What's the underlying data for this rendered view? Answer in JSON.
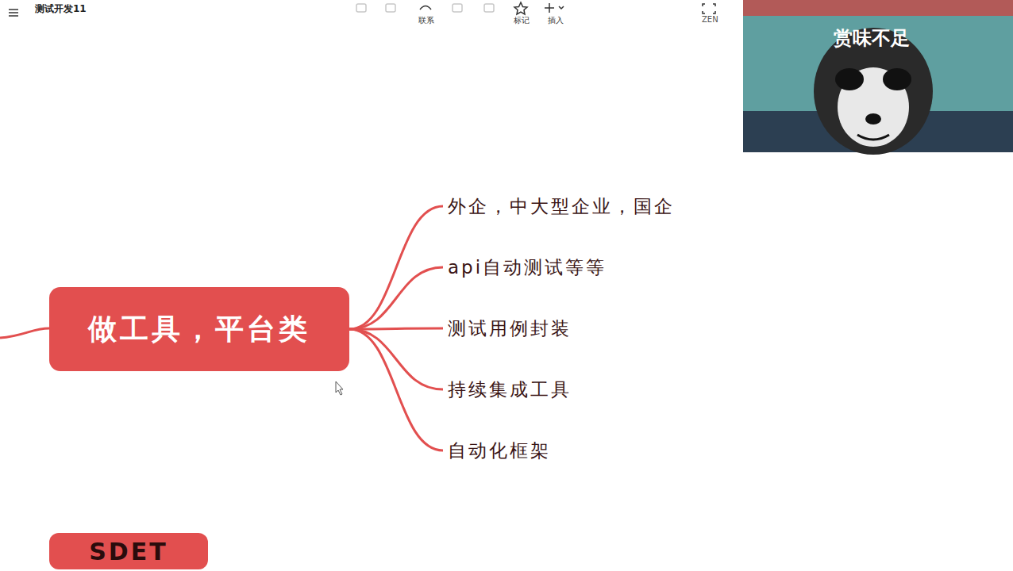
{
  "diagram": {
    "nodes": [
      {
        "text": [
          "做工具，平台类"
        ]
      },
      {
        "text": [
          "外企，中大型企业，国企"
        ]
      },
      {
        "text": [
          "api自动测试等等"
        ]
      },
      {
        "text": [
          "测试用例封装"
        ]
      },
      {
        "text": [
          "持续集成工具"
        ]
      },
      {
        "text": [
          "自动化框架"
        ]
      },
      {
        "text": [
          "SDET"
        ]
      }
    ],
    "edges": [
      {
        "from": 0,
        "to": 1,
        "arrow": "none"
      },
      {
        "from": 0,
        "to": 2,
        "arrow": "none"
      },
      {
        "from": 0,
        "to": 3,
        "arrow": "none"
      },
      {
        "from": 0,
        "to": 4,
        "arrow": "none"
      },
      {
        "from": 0,
        "to": 5,
        "arrow": "none"
      }
    ],
    "labels": [
      "测试开发11",
      "联系",
      "标记",
      "插入",
      "ZEN",
      "赏味不足"
    ]
  }
}
